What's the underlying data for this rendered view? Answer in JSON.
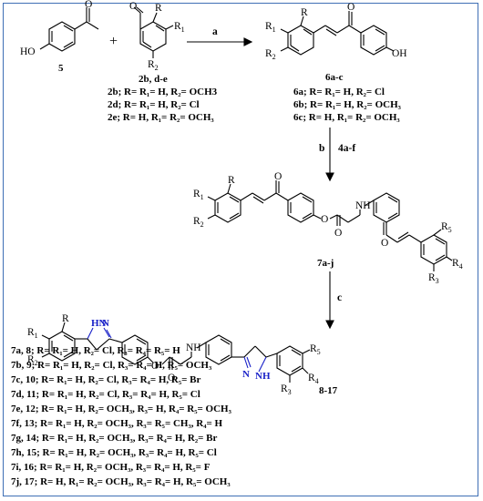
{
  "labels": {
    "c5": "5",
    "c2": "2b, d-e",
    "c6": "6a-c",
    "c7": "7a-j",
    "c8": "8-17",
    "plus": "+",
    "a": "a",
    "b": "b",
    "b_reagent": "4a-f",
    "c": "c"
  },
  "atoms": {
    "ho": "HO",
    "oh": "OH",
    "o": "O",
    "r": "R",
    "r1": "R",
    "r2": "R",
    "r3": "R",
    "r4": "R",
    "r5": "R",
    "s1": "1",
    "s2": "2",
    "s3": "3",
    "s4": "4",
    "s5": "5",
    "nh": "NH",
    "n": "N",
    "hn": "HN",
    "hnn": "N",
    "pyrazole_nh": "NH"
  },
  "aldehyde_list": [
    "2b; R= R₁= H, R₂= OCH3",
    "2d; R= R₁= H, R₂= Cl",
    "2e; R= H, R₁= R₂= OCH₃"
  ],
  "chalcone_list": [
    "6a; R= R₁= H, R₂= Cl",
    "6b; R= R₁= H, R₂= OCH₃",
    "6c; R= H, R₁= R₂= OCH₃"
  ],
  "product_list": [
    "7a, 8; R= R₁= H, R₂= Cl, R₃= R₄= R₅= H",
    "7b, 9; R= R₁= H, R₂= Cl, R₃= R₄= H, R₅= OCH₃",
    "7c, 10; R= R₁= H, R₂= Cl, R₃= R₄= H, R₅= Br",
    "7d, 11; R= R₁= H, R₂= Cl, R₃= R₄= H, R₅= Cl",
    "7e, 12; R= R₁= H, R₂= OCH₃, R₃= H, R₄= R₅= OCH₃",
    "7f, 13; R= R₁= H, R₂= OCH₃, R₃= R₅= CH₃, R₄= H",
    "7g, 14; R= R₁= H, R₂= OCH₃, R₃= R₄= H, R₂= Br",
    "7h, 15; R= R₁= H, R₂= OCH₃, R₃= R₄= H, R₅= Cl",
    "7i, 16; R= R₁= H, R₂= OCH₃, R₃= R₄= H, R₅= F",
    "7j, 17; R= H, R₁= R₂= OCH₃, R₃= R₄= H, R₅= OCH₃"
  ],
  "colors": {
    "frame": "#3f6fb5",
    "nitrogen": "#1a22c8"
  }
}
